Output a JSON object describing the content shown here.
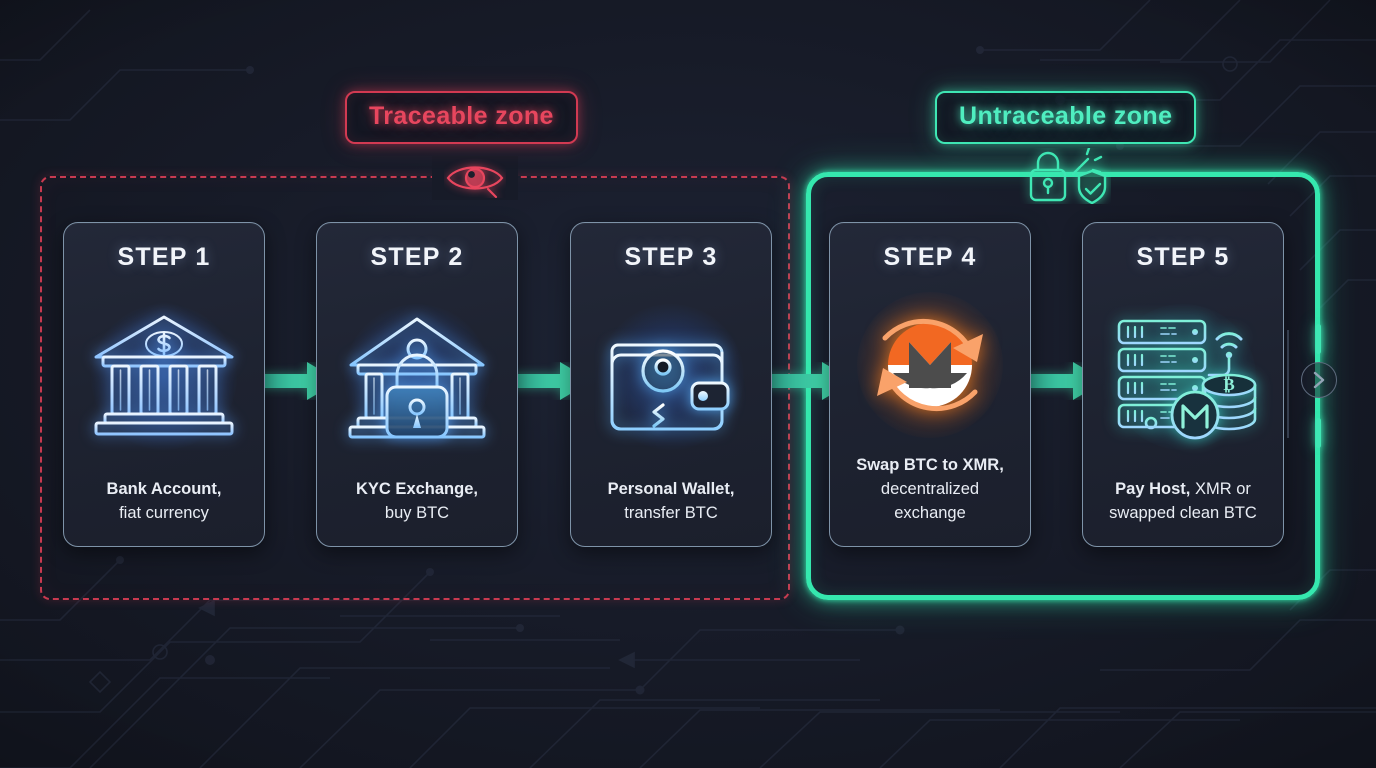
{
  "theme": {
    "background": "#141824",
    "card_background": "#202533",
    "card_border": "#7e93a8",
    "traceable_accent": "#e8465e",
    "untraceable_accent": "#3fe7b4",
    "arrow_accent": "#3fe7b4",
    "monero_orange": "#f26822",
    "text_primary": "#f2f5fa"
  },
  "zones": {
    "traceable": {
      "label": "Traceable zone",
      "marker_icon": "eye-icon"
    },
    "untraceable": {
      "label": "Untraceable zone",
      "marker_icon": "lock-shield-icon"
    }
  },
  "steps": [
    {
      "title": "STEP 1",
      "icon": "bank-dollar-icon",
      "caption_lead": "Bank Account,",
      "caption_rest": "fiat currency",
      "zone": "traceable"
    },
    {
      "title": "STEP 2",
      "icon": "bank-lock-icon",
      "caption_lead": "KYC Exchange,",
      "caption_rest": "buy BTC",
      "zone": "traceable"
    },
    {
      "title": "STEP 3",
      "icon": "wallet-key-icon",
      "caption_lead": "Personal Wallet,",
      "caption_rest": "transfer BTC",
      "zone": "traceable"
    },
    {
      "title": "STEP 4",
      "icon": "monero-swap-icon",
      "caption_lead": "Swap BTC to XMR,",
      "caption_rest": "decentralized exchange",
      "zone": "untraceable"
    },
    {
      "title": "STEP 5",
      "icon": "server-coins-icon",
      "caption_lead": "Pay Host,",
      "caption_rest": "XMR or swapped clean BTC",
      "zone": "untraceable"
    }
  ],
  "connectors": [
    {
      "icon": "arrow-right-icon",
      "from": "STEP 1",
      "to": "STEP 2"
    },
    {
      "icon": "arrow-right-icon",
      "from": "STEP 2",
      "to": "STEP 3"
    },
    {
      "icon": "arrow-right-icon",
      "from": "STEP 3",
      "to": "STEP 4"
    },
    {
      "icon": "arrow-right-icon",
      "from": "STEP 4",
      "to": "STEP 5"
    }
  ],
  "controls": {
    "next": {
      "icon": "chevron-right-icon",
      "label": ""
    }
  }
}
